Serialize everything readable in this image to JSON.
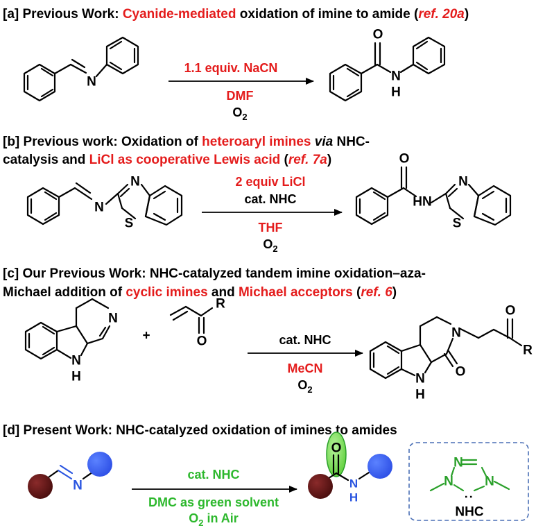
{
  "section_a": {
    "title_parts": [
      {
        "text": "[a] Previous Work: ",
        "style": "black"
      },
      {
        "text": "Cyanide-mediated",
        "style": "red"
      },
      {
        "text": " oxidation of imine to amide (",
        "style": "black"
      },
      {
        "text": "ref. 20a",
        "style": "red-italic"
      },
      {
        "text": ")",
        "style": "black"
      }
    ],
    "conditions_above": "1.1 equiv. NaCN",
    "conditions_below_1": "DMF",
    "conditions_below_2": "O",
    "conditions_below_2_sub": "2",
    "reactant_atoms": {
      "n": "N"
    },
    "product_atoms": {
      "o": "O",
      "n": "N",
      "h": "H"
    }
  },
  "section_b": {
    "title_line1_parts": [
      {
        "text": "[b] Previous work: Oxidation of ",
        "style": "black"
      },
      {
        "text": "heteroaryl imines",
        "style": "red"
      },
      {
        "text": " ",
        "style": "black"
      },
      {
        "text": "via",
        "style": "black-italic"
      },
      {
        "text": " NHC-",
        "style": "black"
      }
    ],
    "title_line2_parts": [
      {
        "text": "catalysis and ",
        "style": "black"
      },
      {
        "text": "LiCl as cooperative Lewis acid",
        "style": "red"
      },
      {
        "text": " (",
        "style": "black"
      },
      {
        "text": "ref. 7a",
        "style": "red-italic"
      },
      {
        "text": ")",
        "style": "black"
      }
    ],
    "conditions_above_1": "2 equiv LiCl",
    "conditions_above_2": "cat. NHC",
    "conditions_below_1": "THF",
    "conditions_below_2": "O",
    "conditions_below_2_sub": "2",
    "reactant_atoms": {
      "n_imine": "N",
      "n_ring": "N",
      "s": "S"
    },
    "product_atoms": {
      "o": "O",
      "hn": "HN",
      "n_ring": "N",
      "s": "S"
    }
  },
  "section_c": {
    "title_line1": "[c] Our Previous Work:  NHC-catalyzed tandem imine oxidation–aza-",
    "title_line2_parts": [
      {
        "text": "Michael addition of ",
        "style": "black"
      },
      {
        "text": "cyclic imines",
        "style": "red"
      },
      {
        "text": " and ",
        "style": "black"
      },
      {
        "text": "Michael acceptors",
        "style": "red"
      },
      {
        "text": " (",
        "style": "black"
      },
      {
        "text": "ref. 6",
        "style": "red-italic"
      },
      {
        "text": ")",
        "style": "black"
      }
    ],
    "plus": "+",
    "conditions_above": "cat. NHC",
    "conditions_below_1": "MeCN",
    "conditions_below_2": "O",
    "conditions_below_2_sub": "2",
    "reactant1_atoms": {
      "n": "N",
      "nh_n": "N",
      "nh_h": "H"
    },
    "reactant2_atoms": {
      "r": "R",
      "o": "O"
    },
    "product_atoms": {
      "n": "N",
      "nh_n": "N",
      "nh_h": "H",
      "o_lactam": "O",
      "o_ketone": "O",
      "r": "R"
    }
  },
  "section_d": {
    "title": "[d] Present Work:  NHC-catalyzed oxidation of imines to amides",
    "conditions_above": "cat. NHC",
    "conditions_below_1": "DMC as green solvent",
    "conditions_below_2": "O",
    "conditions_below_2_sub": "2",
    "conditions_below_2_rest": " in Air",
    "reactant_atoms": {
      "n": "N"
    },
    "product_atoms": {
      "o": "O",
      "n": "N",
      "h": "H"
    },
    "nhc_atoms": {
      "n_top": "N",
      "n_left": "N",
      "n_right": "N",
      "carbene": ":"
    },
    "nhc_label": "NHC",
    "colors": {
      "dark_red_sphere": "#5a1414",
      "blue_sphere": "#3f66f2",
      "green_highlight": "#7fe05a",
      "blue_atoms": "#2a55e0",
      "dashed_box": "#4a6fb5"
    }
  }
}
